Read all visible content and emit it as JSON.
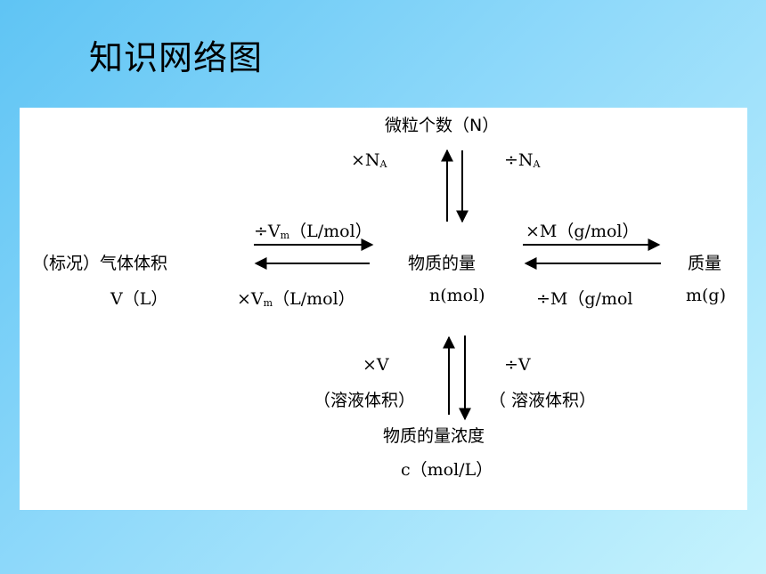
{
  "title": "知识网络图",
  "diagram": {
    "top_node": "微粒个数（N）",
    "top_left_op": {
      "symbol": "×N",
      "sub": "A"
    },
    "top_right_op": {
      "symbol": "÷N",
      "sub": "A"
    },
    "left_node_line1": "（标况）气体体积",
    "left_node_line2": "V（L）",
    "left_top_op": {
      "symbol": "÷V",
      "sub": "m",
      "rest": "（L/mol）"
    },
    "left_bottom_op": {
      "symbol": "×V",
      "sub": "m",
      "rest": "（L/mol）"
    },
    "center_node_line1": "物质的量",
    "center_node_line2": "n(mol)",
    "right_top_op": "×M（g/mol）",
    "right_bottom_op": "÷M（g/mol",
    "right_node_line1": "质量",
    "right_node_line2": "m(g)",
    "bottom_left_op_line1": "×V",
    "bottom_left_op_line2": "（溶液体积）",
    "bottom_right_op_line1": "÷V",
    "bottom_right_op_line2": "（ 溶液体积）",
    "bottom_node_line1": "物质的量浓度",
    "bottom_node_line2": "c（mol/L）"
  }
}
